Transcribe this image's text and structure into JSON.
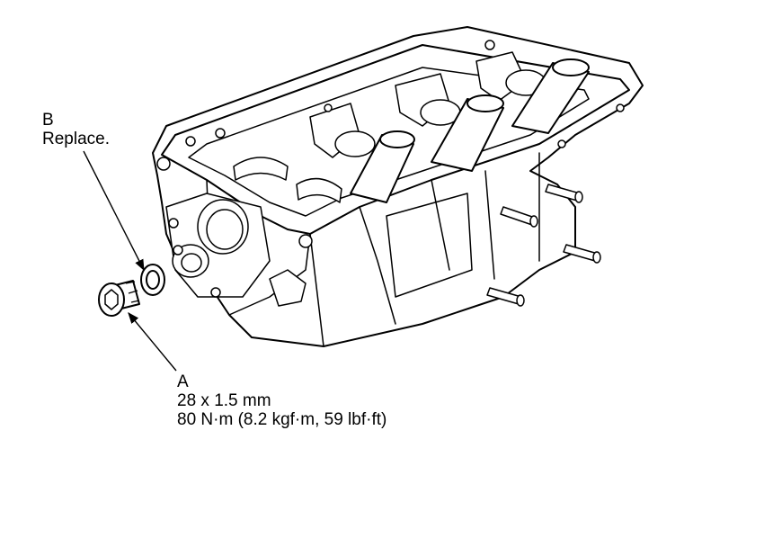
{
  "callouts": {
    "b": {
      "letter": "B",
      "note": "Replace."
    },
    "a": {
      "letter": "A",
      "size": "28 x 1.5 mm",
      "torque": "80 N·m (8.2 kgf·m, 59 lbf·ft)"
    }
  },
  "colors": {
    "ink": "#000000",
    "background": "#ffffff"
  }
}
